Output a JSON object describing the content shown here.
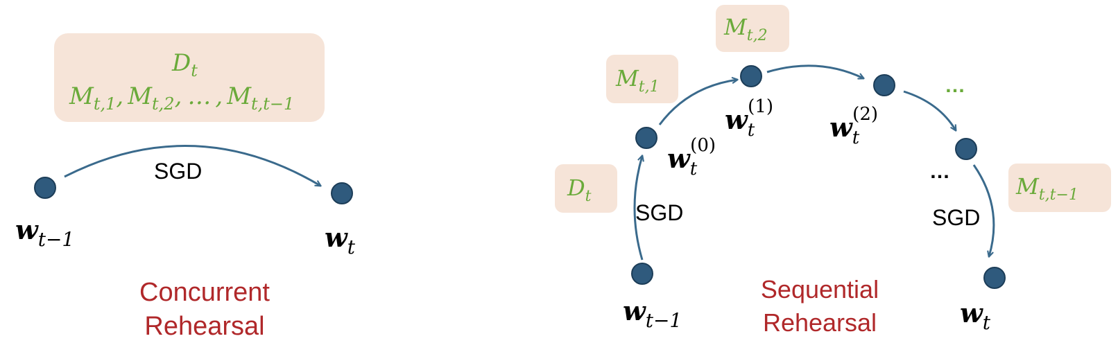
{
  "concurrent": {
    "data_line": "D",
    "data_line_sub": "t",
    "memory_line": {
      "m1": "M",
      "m1_sub": "t,1",
      "m2": "M",
      "m2_sub": "t,2",
      "dots": "…",
      "m3": "M",
      "m3_sub": "t,t−1",
      "sep": ","
    },
    "edge_label": "SGD",
    "start_node": {
      "base": "w",
      "sub": "t−1"
    },
    "end_node": {
      "base": "w",
      "sub": "t"
    },
    "title_line1": "Concurrent",
    "title_line2": "Rehearsal"
  },
  "sequential": {
    "box_d": {
      "base": "D",
      "sub": "t"
    },
    "box_m1": {
      "base": "M",
      "sub": "t,1"
    },
    "box_m2": {
      "base": "M",
      "sub": "t,2"
    },
    "box_mlast": {
      "base": "M",
      "sub": "t,t−1"
    },
    "ellipsis_top": "…",
    "ellipsis_mid": "…",
    "edge_label_left": "SGD",
    "edge_label_right": "SGD",
    "node_start": {
      "base": "w",
      "sub": "t−1"
    },
    "node_w0": {
      "base": "w",
      "sub": "t",
      "sup": "(0)"
    },
    "node_w1": {
      "base": "w",
      "sub": "t",
      "sup": "(1)"
    },
    "node_w2": {
      "base": "w",
      "sub": "t",
      "sup": "(2)"
    },
    "node_end": {
      "base": "w",
      "sub": "t"
    },
    "title_line1": "Sequential",
    "title_line2": "Rehearsal"
  },
  "colors": {
    "node": "#2f5a7d",
    "arrow": "#3a6a8c",
    "box": "#f6e4d8",
    "math_green": "#6aaa3a",
    "title_red": "#b0282a"
  }
}
